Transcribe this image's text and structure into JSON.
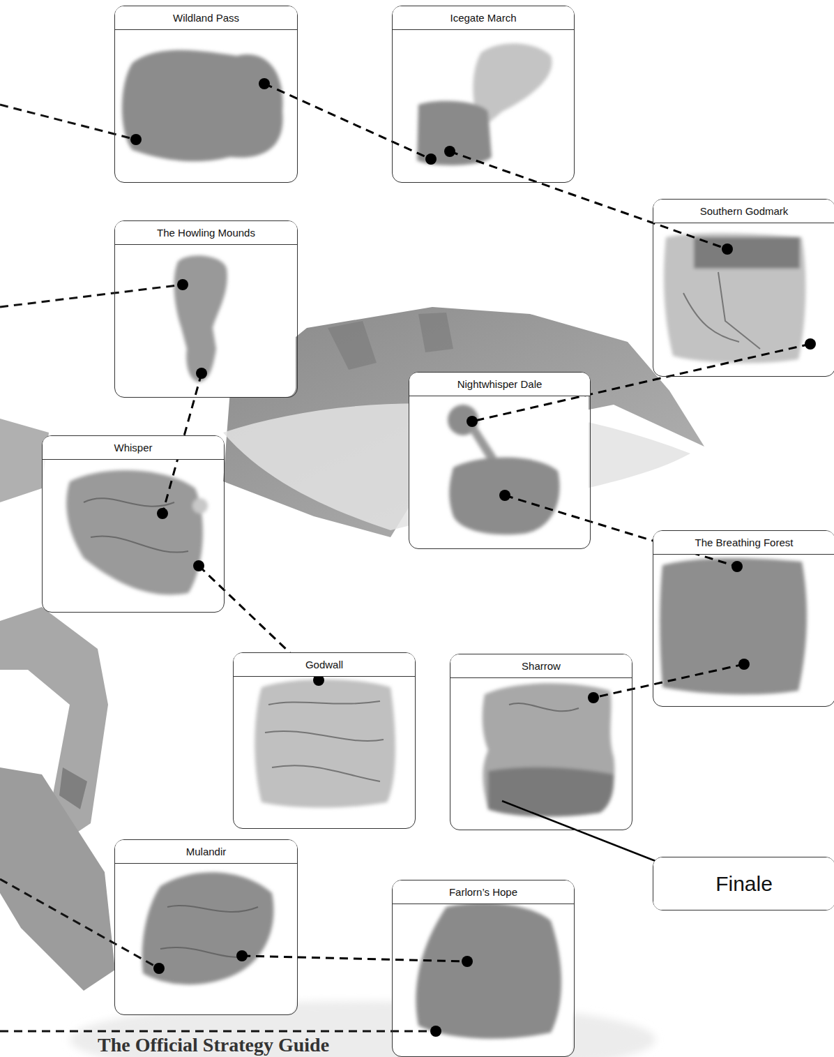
{
  "diagram": {
    "nodes": [
      {
        "text": [
          "Wildland Pass"
        ]
      },
      {
        "text": [
          "Icegate March"
        ]
      },
      {
        "text": [
          "Southern Godmark"
        ]
      },
      {
        "text": [
          "The Howling Mounds"
        ]
      },
      {
        "text": [
          "Nightwhisper Dale"
        ]
      },
      {
        "text": [
          "Whisper"
        ]
      },
      {
        "text": [
          "The Breathing Forest"
        ]
      },
      {
        "text": [
          "Godwall"
        ]
      },
      {
        "text": [
          "Sharrow"
        ]
      },
      {
        "text": [
          "Mulandir"
        ]
      },
      {
        "text": [
          "Farlorn’s Hope"
        ]
      },
      {
        "text": [
          "Finale"
        ]
      }
    ],
    "edges": [
      {
        "from": 0,
        "to": 1,
        "arrow": "none"
      },
      {
        "from": 1,
        "to": 2,
        "arrow": "none"
      },
      {
        "from": 2,
        "to": 4,
        "arrow": "none"
      },
      {
        "from": 4,
        "to": 6,
        "arrow": "none"
      },
      {
        "from": 6,
        "to": 8,
        "arrow": "none"
      },
      {
        "from": 8,
        "to": 11,
        "arrow": "to"
      },
      {
        "from": 3,
        "to": 5,
        "arrow": "none"
      },
      {
        "from": 5,
        "to": 7,
        "arrow": "none"
      },
      {
        "from": 9,
        "to": 10,
        "arrow": "none"
      }
    ],
    "labels": [
      "The Official Strategy Guide"
    ]
  }
}
